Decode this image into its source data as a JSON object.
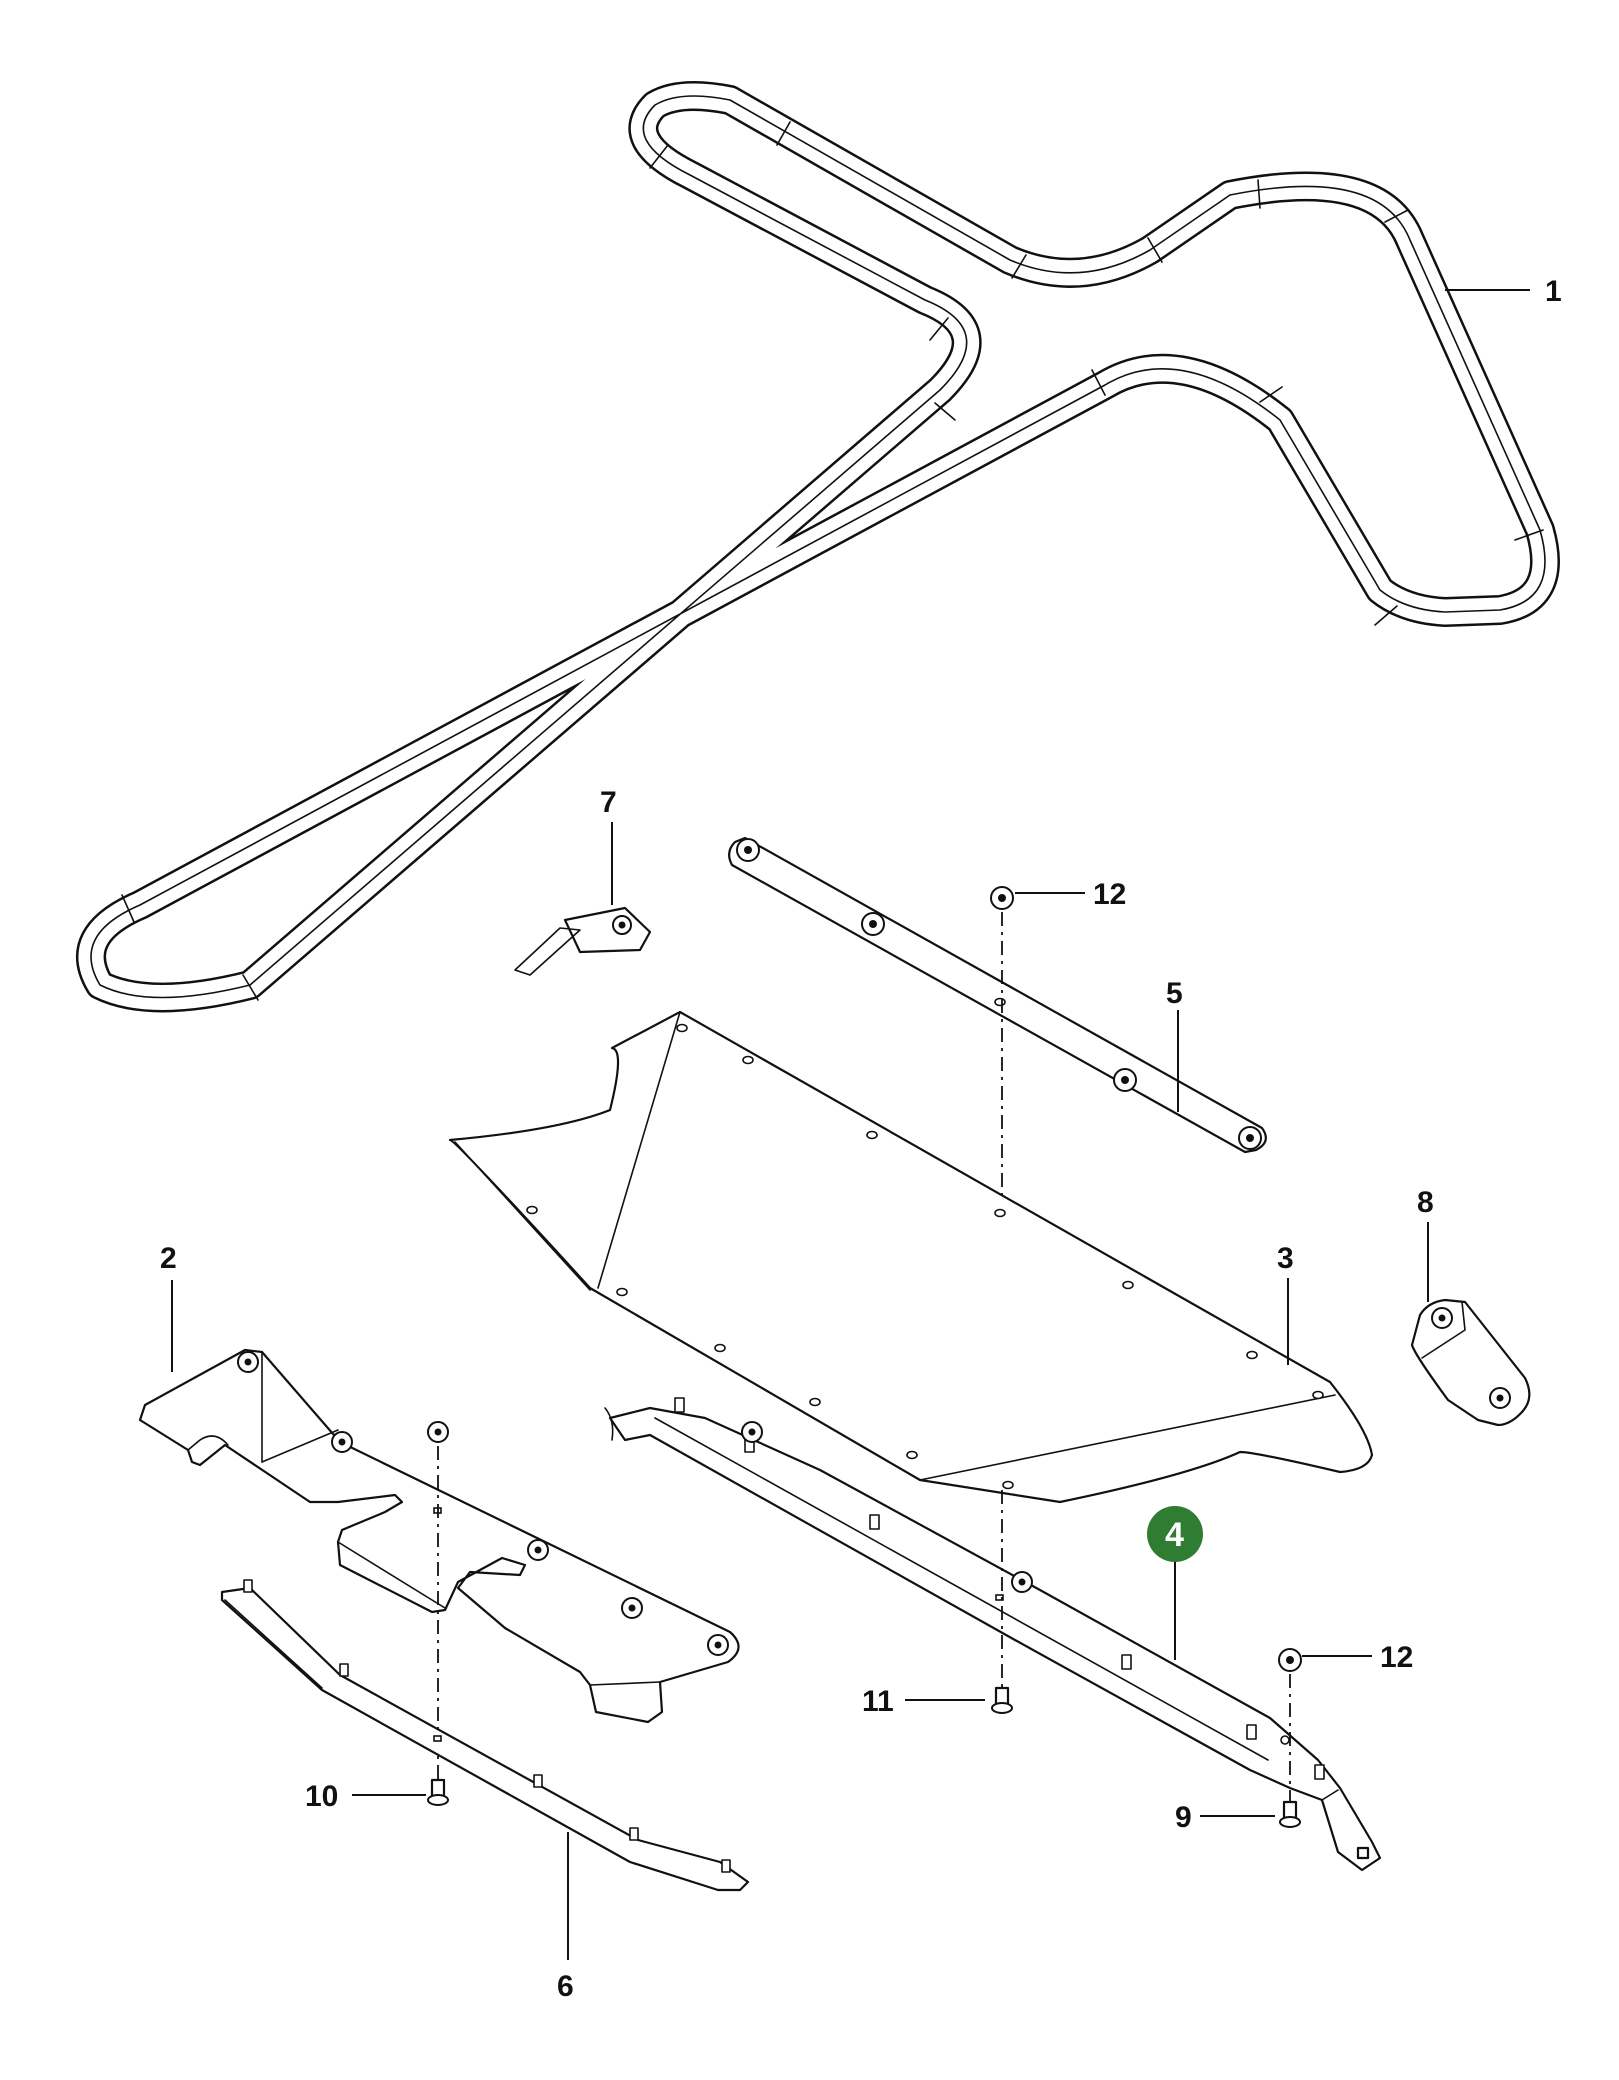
{
  "highlight_color": "#2e7d32",
  "callouts": {
    "c1": "1",
    "c2": "2",
    "c3": "3",
    "c4": "4",
    "c5": "5",
    "c6": "6",
    "c7": "7",
    "c8": "8",
    "c9": "9",
    "c10": "10",
    "c11": "11",
    "c12a": "12",
    "c12b": "12"
  }
}
